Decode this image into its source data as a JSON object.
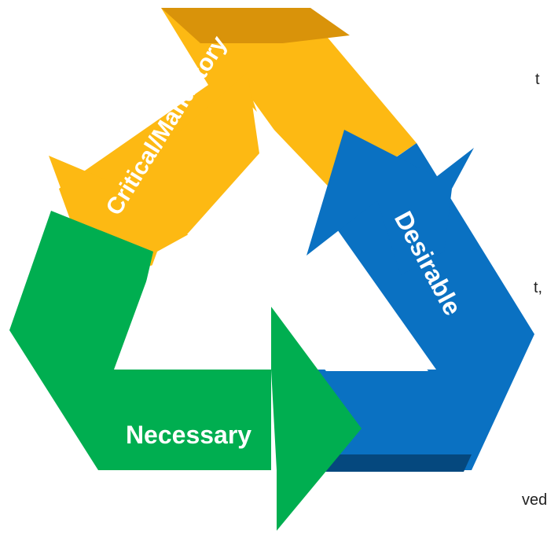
{
  "side_text": {
    "frag1": "t",
    "frag2": "t,",
    "frag3": "ved"
  },
  "arrows": {
    "top": {
      "label": "Critical/Mandatory",
      "color": "#FDB913",
      "shade": "#D9930A"
    },
    "right": {
      "label": "Desirable",
      "color": "#0A71C2",
      "shade": "#05487E"
    },
    "bottom": {
      "label": "Necessary",
      "color": "#00AE50",
      "shade": "#00803A"
    }
  },
  "center_color": "#FFFFFF"
}
